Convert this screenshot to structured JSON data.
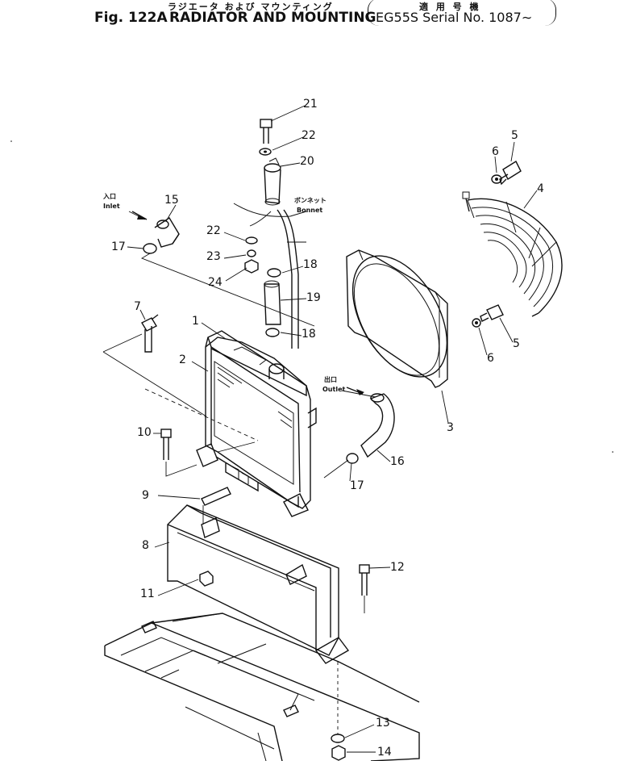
{
  "header": {
    "jp_title": "ラジエータ および マウンティング",
    "fig_label": "Fig. 122A",
    "title": "RADIATOR AND MOUNTING",
    "serial_jp": "適 用 号 機",
    "serial_en": "EG55S Serial No. 1087∼"
  },
  "annotations": {
    "inlet_jp": "入口",
    "inlet_en": "Inlet",
    "outlet_jp": "出口",
    "outlet_en": "Outlet",
    "bonnet_jp": "ボンネット",
    "bonnet_en": "Bonnet"
  },
  "callouts": [
    "1",
    "2",
    "3",
    "4",
    "5",
    "5",
    "6",
    "6",
    "7",
    "8",
    "9",
    "10",
    "11",
    "12",
    "13",
    "14",
    "15",
    "16",
    "17",
    "17",
    "18",
    "18",
    "19",
    "20",
    "21",
    "22",
    "22",
    "23",
    "24"
  ]
}
